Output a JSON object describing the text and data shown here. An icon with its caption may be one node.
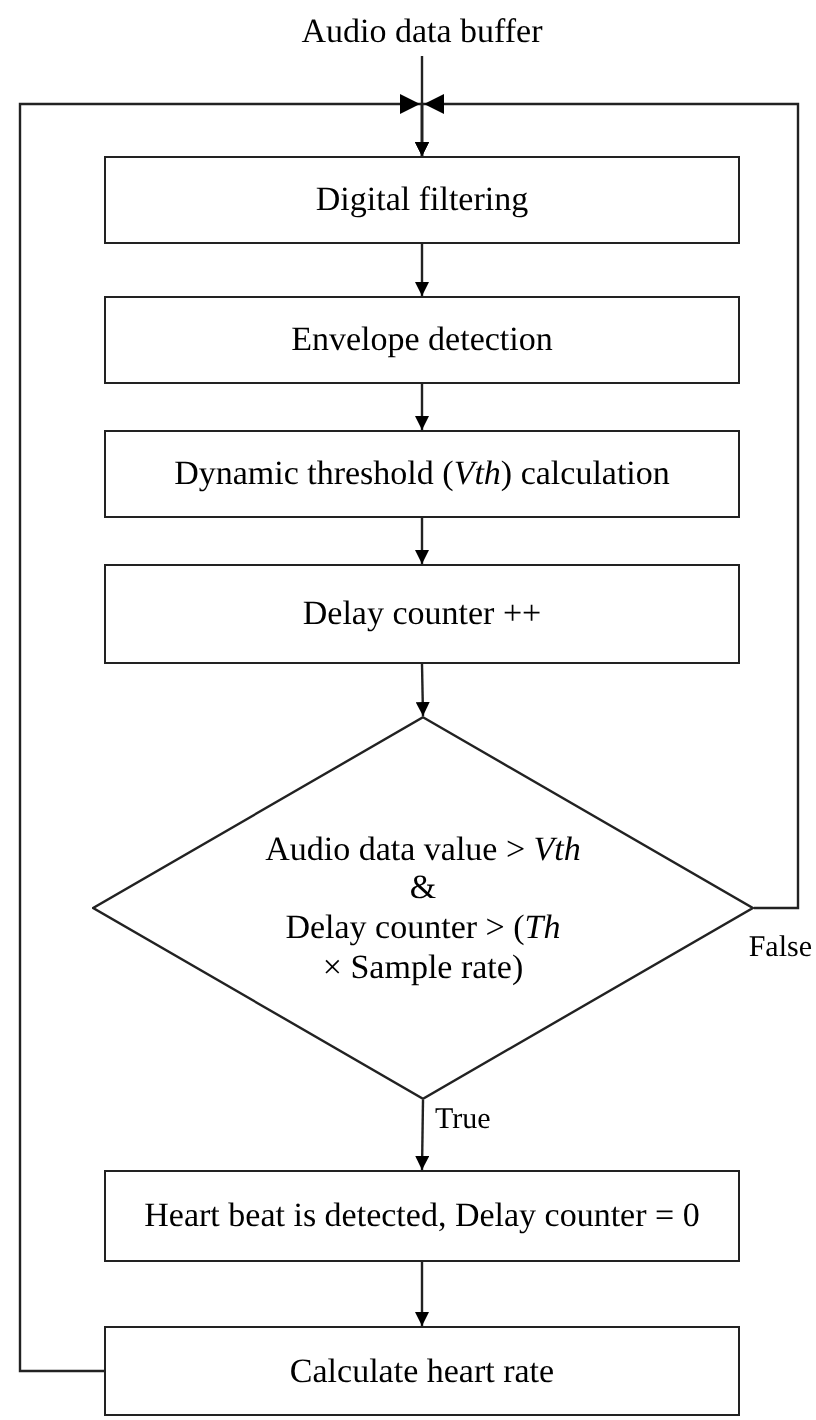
{
  "diagram": {
    "nodes": [
      {
        "text": [
          "Audio data buffer"
        ]
      },
      {
        "text": [
          "Digital filtering"
        ]
      },
      {
        "text": [
          "Envelope detection"
        ]
      },
      {
        "text": [
          "Dynamic threshold (*Vth*) calculation"
        ]
      },
      {
        "text": [
          "Delay counter ++"
        ]
      },
      {
        "text": [
          "Audio data value > *Vth*",
          "&",
          "Delay counter > (*Th* × Sample rate)"
        ]
      },
      {
        "text": [
          "Heart beat is detected, Delay counter = 0"
        ]
      },
      {
        "text": [
          "Calculate heart rate"
        ]
      }
    ],
    "edges": [
      {
        "from": 0,
        "to": 1,
        "arrow": "to"
      },
      {
        "from": 1,
        "to": 2,
        "arrow": "to"
      },
      {
        "from": 2,
        "to": 3,
        "arrow": "to"
      },
      {
        "from": 3,
        "to": 4,
        "arrow": "to"
      },
      {
        "from": 4,
        "to": 5,
        "arrow": "to"
      },
      {
        "from": 5,
        "to": 1,
        "label": "False",
        "arrow": "to"
      },
      {
        "from": 5,
        "to": 6,
        "label": "True",
        "arrow": "to"
      },
      {
        "from": 6,
        "to": 7,
        "arrow": "to"
      },
      {
        "from": 7,
        "to": 1,
        "arrow": "to"
      }
    ]
  }
}
